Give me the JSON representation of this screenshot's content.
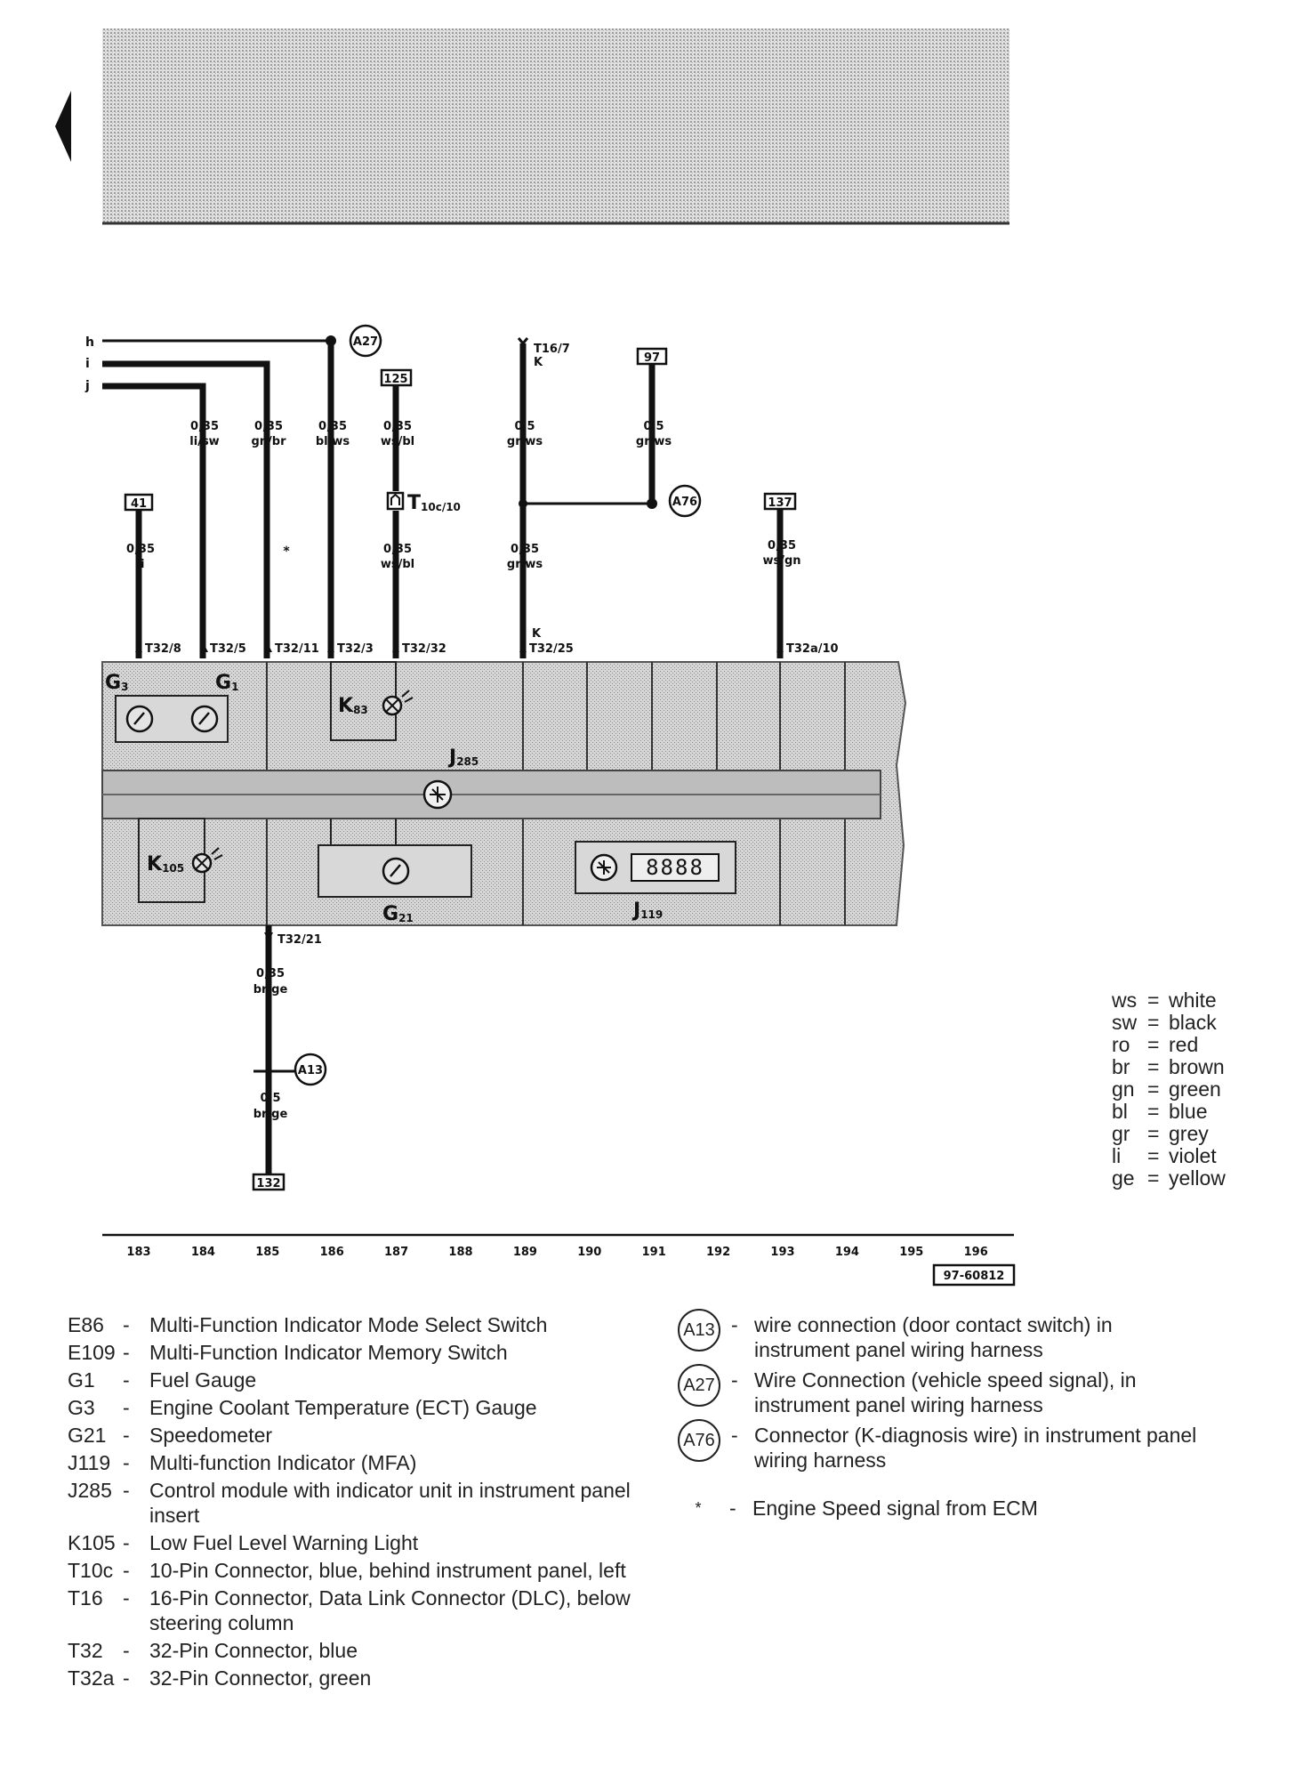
{
  "header": {
    "nav_arrow": "left-arrow-icon"
  },
  "diagram": {
    "input_lines": [
      "h",
      "i",
      "j"
    ],
    "wires": [
      {
        "id": "w183",
        "size": "0,35",
        "color": "li",
        "terminal": "T32/8",
        "ref": "41"
      },
      {
        "id": "w184",
        "size": "0,35",
        "color": "li/sw",
        "terminal": "T32/5"
      },
      {
        "id": "w185",
        "size": "0,35",
        "color": "gn/br",
        "terminal": "T32/11"
      },
      {
        "id": "w186",
        "size": "0,35",
        "color": "bl/ws",
        "terminal": "T32/3"
      },
      {
        "id": "w187a",
        "size": "0,35",
        "color": "ws/bl",
        "ref": "125"
      },
      {
        "id": "w187b",
        "size": "0,35",
        "color": "ws/bl",
        "terminal": "T32/32"
      },
      {
        "id": "w189a",
        "size": "0,5",
        "color": "gr/ws",
        "top_terminal": "T16/7",
        "top_k": "K"
      },
      {
        "id": "w189b",
        "size": "0,35",
        "color": "gr/ws",
        "terminal": "T32/25",
        "k": "K"
      },
      {
        "id": "w191",
        "size": "0,5",
        "color": "gr/ws",
        "ref": "97"
      },
      {
        "id": "w193",
        "size": "0,35",
        "color": "ws/gn",
        "terminal": "T32a/10",
        "ref": "137"
      },
      {
        "id": "w185b",
        "size": "0,35",
        "color": "br/ge",
        "terminal": "T32/21"
      },
      {
        "id": "w185c",
        "size": "0.5",
        "color": "br/ge",
        "ref": "132"
      }
    ],
    "connector_t10c": "T",
    "connector_t10c_sub": "10c/10",
    "asterisk": "*",
    "junctions": [
      "A27",
      "A76",
      "A13"
    ],
    "components": {
      "g3": "G",
      "g3_sub": "3",
      "g1": "G",
      "g1_sub": "1",
      "k83": "K",
      "k83_sub": "83",
      "j285": "J",
      "j285_sub": "285",
      "k105": "K",
      "k105_sub": "105",
      "g21": "G",
      "g21_sub": "21",
      "j119": "J",
      "j119_sub": "119",
      "display": "8888"
    },
    "scale": [
      "183",
      "184",
      "185",
      "186",
      "187",
      "188",
      "189",
      "190",
      "191",
      "192",
      "193",
      "194",
      "195",
      "196"
    ],
    "doc_number": "97-60812"
  },
  "color_key": [
    {
      "abbr": "ws",
      "name": "white"
    },
    {
      "abbr": "sw",
      "name": "black"
    },
    {
      "abbr": "ro",
      "name": "red"
    },
    {
      "abbr": "br",
      "name": "brown"
    },
    {
      "abbr": "gn",
      "name": "green"
    },
    {
      "abbr": "bl",
      "name": "blue"
    },
    {
      "abbr": "gr",
      "name": "grey"
    },
    {
      "abbr": "li",
      "name": "violet"
    },
    {
      "abbr": "ge",
      "name": "yellow"
    }
  ],
  "legend": [
    {
      "code": "E86",
      "desc": "Multi-Function Indicator Mode Select Switch"
    },
    {
      "code": "E109",
      "desc": "Multi-Function Indicator Memory Switch"
    },
    {
      "code": "G1",
      "desc": "Fuel Gauge"
    },
    {
      "code": "G3",
      "desc": "Engine Coolant Temperature (ECT) Gauge"
    },
    {
      "code": "G21",
      "desc": "Speedometer"
    },
    {
      "code": "J119",
      "desc": "Multi-function Indicator (MFA)"
    },
    {
      "code": "J285",
      "desc": "Control module with indicator unit in instrument panel insert"
    },
    {
      "code": "K105",
      "desc": "Low Fuel Level Warning Light"
    },
    {
      "code": "T10c",
      "desc": "10-Pin Connector, blue, behind instrument panel, left"
    },
    {
      "code": "T16",
      "desc": "16-Pin Connector, Data Link Connector (DLC), below steering column"
    },
    {
      "code": "T32",
      "desc": "32-Pin Connector, blue"
    },
    {
      "code": "T32a",
      "desc": "32-Pin Connector, green"
    }
  ],
  "connections": [
    {
      "code": "A13",
      "desc": "wire connection (door contact switch) in instrument panel wiring harness"
    },
    {
      "code": "A27",
      "desc": "Wire Connection (vehicle speed signal), in instrument panel wiring harness"
    },
    {
      "code": "A76",
      "desc": "Connector (K-diagnosis wire) in instrument panel wiring harness"
    }
  ],
  "note": {
    "symbol": "*",
    "desc": "Engine Speed signal from ECM"
  },
  "dash": "-",
  "equals": "="
}
